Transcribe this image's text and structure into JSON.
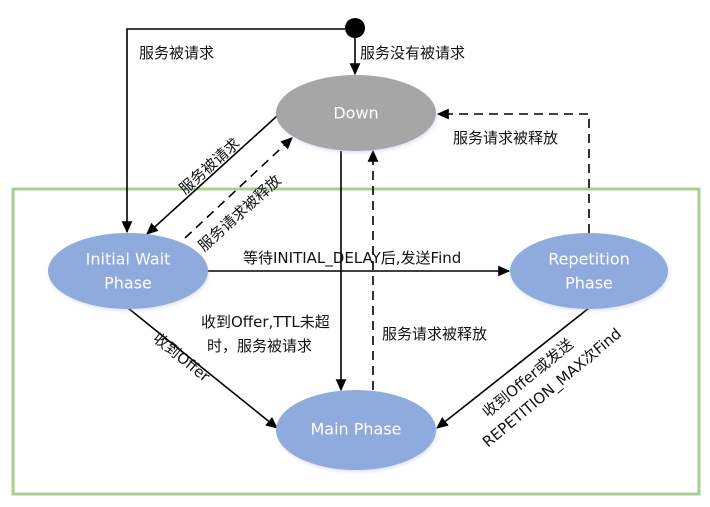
{
  "diagram": {
    "type": "state-machine",
    "colors": {
      "down_state": "#a6a6a6",
      "phase_state": "#8faadc",
      "state_text": "#ffffff",
      "group_border": "#a9d08e",
      "edge": "#000000"
    },
    "states": {
      "down": {
        "label": "Down"
      },
      "initial_wait": {
        "line1": "Initial Wait",
        "line2": "Phase"
      },
      "repetition": {
        "line1": "Repetition",
        "line2": "Phase"
      },
      "main": {
        "label": "Main Phase"
      }
    },
    "transitions": {
      "start_to_initial": {
        "label": "服务被请求",
        "style": "solid"
      },
      "start_to_down": {
        "label": "服务没有被请求",
        "style": "solid"
      },
      "down_to_initial": {
        "label": "服务被请求",
        "style": "solid"
      },
      "initial_to_down": {
        "label": "服务请求被释放",
        "style": "dashed"
      },
      "repetition_to_down": {
        "label": "服务请求被释放",
        "style": "dashed"
      },
      "initial_to_repetition": {
        "label": "等待INITIAL_DELAY后,发送Find",
        "style": "solid"
      },
      "down_to_main": {
        "line1": "收到Offer,TTL未超",
        "line2": "时，服务被请求",
        "style": "solid"
      },
      "main_to_down": {
        "label": "服务请求被释放",
        "style": "dashed"
      },
      "initial_to_main": {
        "label": "收到Offer",
        "style": "solid"
      },
      "repetition_to_main": {
        "line1": "收到Offer或发送",
        "line2": "REPETITION_MAX次Find",
        "style": "solid"
      }
    }
  }
}
